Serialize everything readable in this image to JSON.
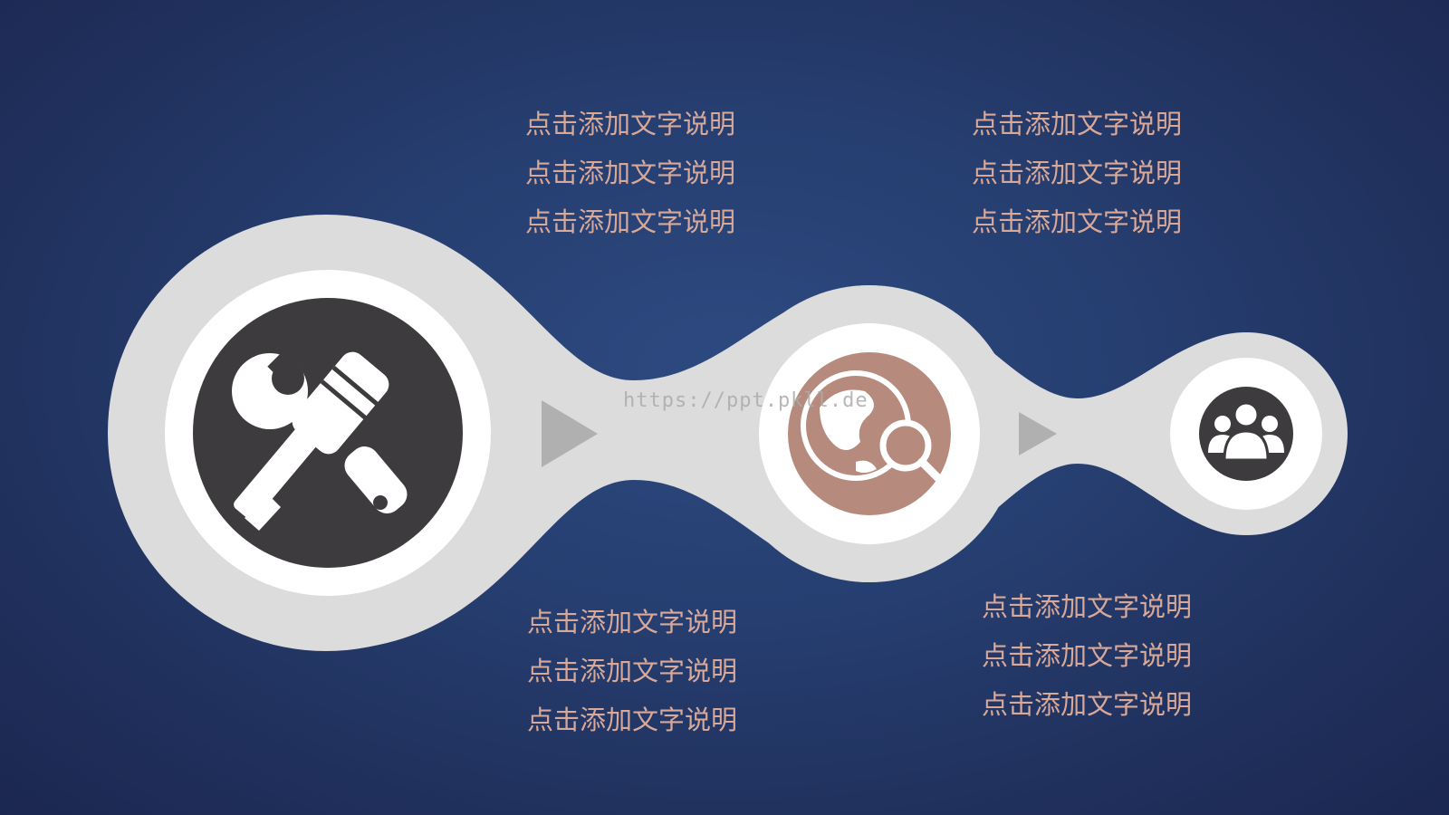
{
  "colors": {
    "accent_text": "#d8a898",
    "track": "#dcdcdc",
    "node_dark": "#3d3b3e",
    "node_rose": "#b78a7e",
    "arrow": "#b0b0b0",
    "white": "#ffffff"
  },
  "watermark": "https://ppt.pkll.de",
  "nodes": [
    {
      "icon": "tools-icon"
    },
    {
      "icon": "globe-search-icon"
    },
    {
      "icon": "people-group-icon"
    }
  ],
  "text_blocks": {
    "top_left": [
      "点击添加文字说明",
      "点击添加文字说明",
      "点击添加文字说明"
    ],
    "top_right": [
      "点击添加文字说明",
      "点击添加文字说明",
      "点击添加文字说明"
    ],
    "bottom_left": [
      "点击添加文字说明",
      "点击添加文字说明",
      "点击添加文字说明"
    ],
    "bottom_right": [
      "点击添加文字说明",
      "点击添加文字说明",
      "点击添加文字说明"
    ]
  }
}
